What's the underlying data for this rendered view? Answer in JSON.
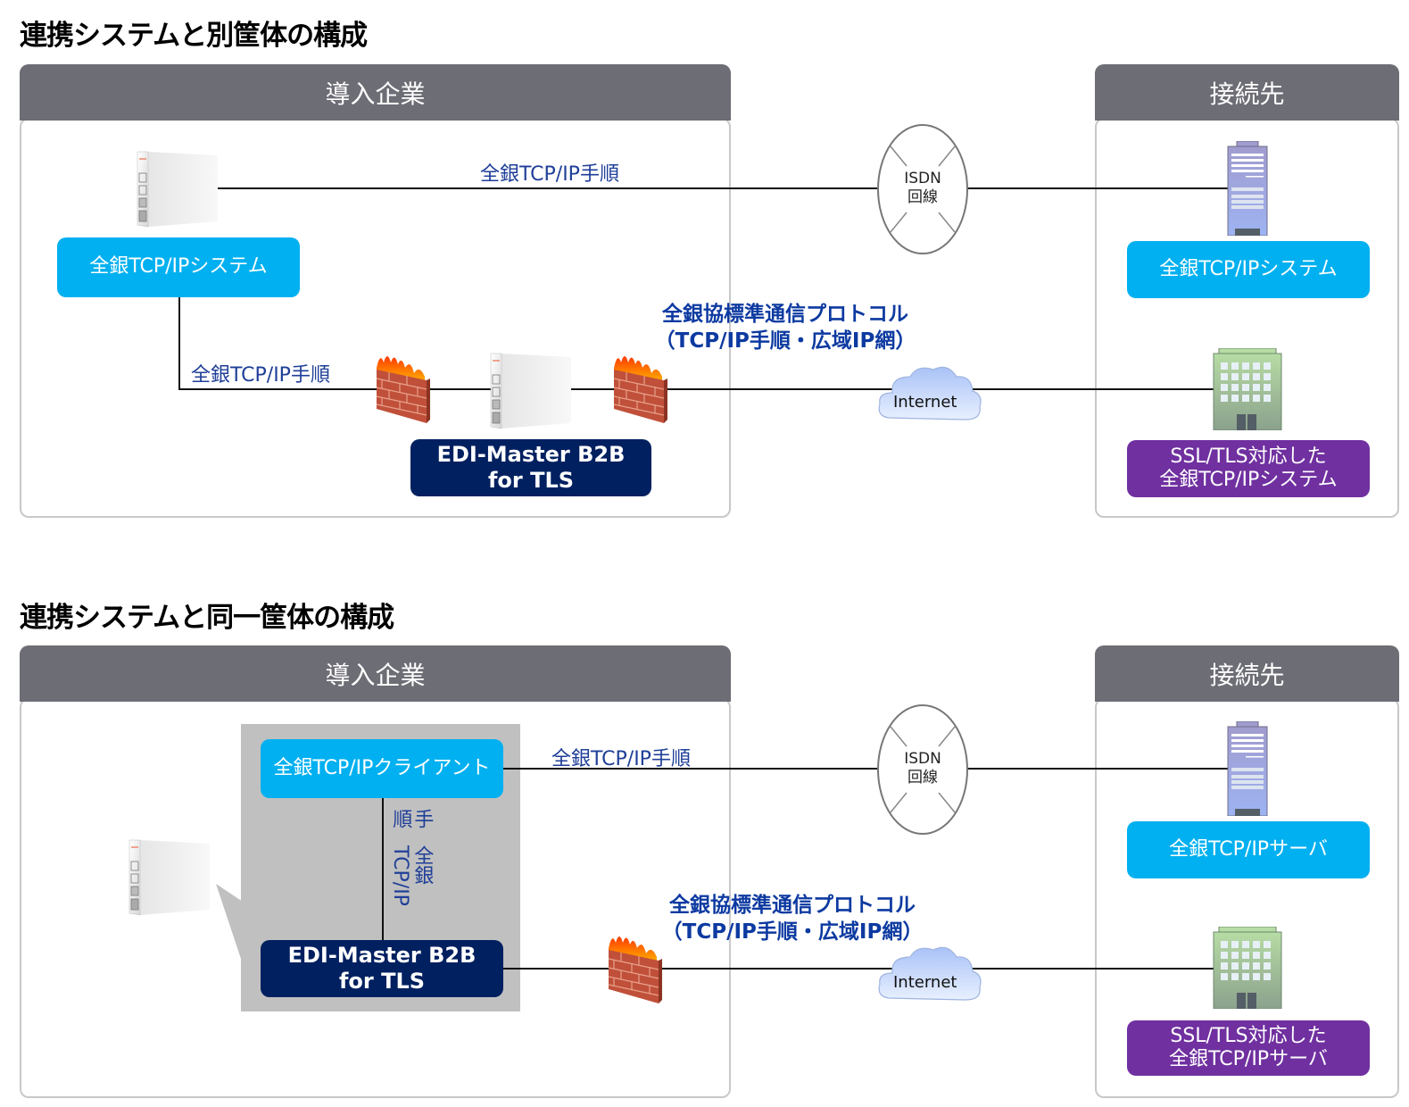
{
  "sections": [
    {
      "title": "連携システムと別筐体の構成",
      "left_header": "導入企業",
      "right_header": "接続先",
      "left_system": "全銀TCP/IPシステム",
      "line_top_label": "全銀TCP/IP手順",
      "line_inner_label": "全銀TCP/IP手順",
      "isdn": [
        "ISDN",
        "回線"
      ],
      "protocol_label": [
        "全銀協標準通信プロトコル",
        "（TCP/IP手順・広域IP網）"
      ],
      "cloud": "Internet",
      "edi_box": [
        "EDI-Master B2B",
        "for TLS"
      ],
      "right_top_box": "全銀TCP/IPシステム",
      "right_bottom_box": [
        "SSL/TLS対応した",
        "全銀TCP/IPシステム"
      ]
    },
    {
      "title": "連携システムと同一筐体の構成",
      "left_header": "導入企業",
      "right_header": "接続先",
      "client_box": "全銀TCP/IPクライアント",
      "line_top_label": "全銀TCP/IP手順",
      "vertical_label": [
        "全銀TCP/IP",
        "手順"
      ],
      "isdn": [
        "ISDN",
        "回線"
      ],
      "protocol_label": [
        "全銀協標準通信プロトコル",
        "（TCP/IP手順・広域IP網）"
      ],
      "cloud": "Internet",
      "edi_box": [
        "EDI-Master B2B",
        "for TLS"
      ],
      "right_top_box": "全銀TCP/IPサーバ",
      "right_bottom_box": [
        "SSL/TLS対応した",
        "全銀TCP/IPサーバ"
      ]
    }
  ],
  "colors": {
    "header_gray": "#6d6d75",
    "cyan": "#00b0f0",
    "navy": "#002060",
    "purple": "#7030a0",
    "label_blue": "#1f3f98"
  }
}
